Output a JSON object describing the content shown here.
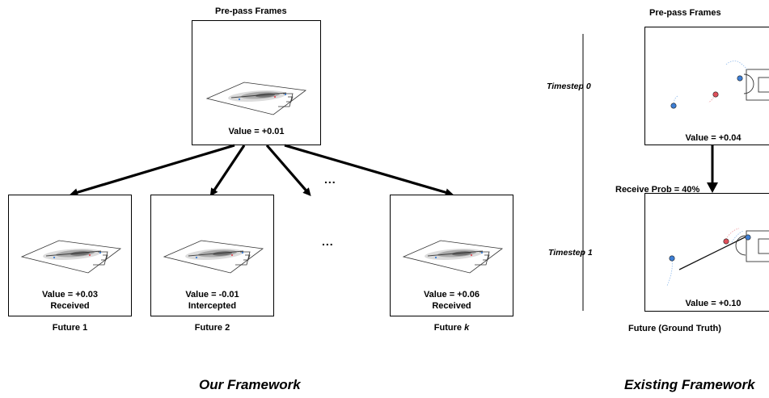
{
  "left": {
    "top_label": "Pre-pass Frames",
    "top_value": "Value = +0.01",
    "ellipsis_arrow": "...",
    "ellipsis_row": "...",
    "futures": [
      {
        "value": "Value = +0.03",
        "outcome": "Received",
        "caption": "Future 1"
      },
      {
        "value": "Value = -0.01",
        "outcome": "Intercepted",
        "caption": "Future 2"
      },
      {
        "value": "Value = +0.06",
        "outcome": "Received",
        "caption_prefix": "Future ",
        "caption_var": "k"
      }
    ],
    "framework_title": "Our Framework"
  },
  "right": {
    "top_label": "Pre-pass Frames",
    "timestep0": "Timestep 0",
    "timestep1": "Timestep 1",
    "value0": "Value = +0.04",
    "receive_prob": "Receive Prob = 40%",
    "value1": "Value = +0.10",
    "caption": "Future (Ground Truth)",
    "framework_title": "Existing Framework"
  },
  "colors": {
    "ink": "#000000",
    "attacker_blue": "#3d7fd6",
    "defender_red": "#e0505a",
    "track_blue": "#9ec3ee",
    "track_red": "#f0a3a8",
    "pitch_line": "#333333",
    "heat_gray": "#888888"
  }
}
